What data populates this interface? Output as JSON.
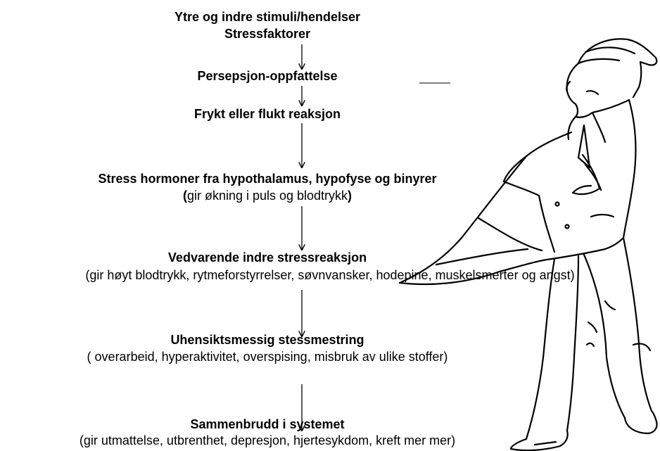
{
  "steps": [
    {
      "title_line1": "Ytre og indre stimuli/hendelser",
      "title_line2": "Stressfaktorer"
    },
    {
      "title": "Persepsjon-oppfattelse"
    },
    {
      "title": "Frykt eller flukt reaksjon"
    },
    {
      "title": "Stress hormoner fra hypothalamus, hypofyse og binyrer",
      "note_open": "(",
      "note_text": "gir økning i puls og blodtrykk",
      "note_close": ")"
    },
    {
      "title": "Vedvarende indre stressreaksjon",
      "note": "(gir høyt blodtrykk, rytmeforstyrrelser, søvnvansker, hodepine, muskelsmerter og angst)"
    },
    {
      "title": "Uhensiktsmessig stessmestring",
      "note": "( overarbeid, hyperaktivitet, overspising, misbruk av ulike stoffer)"
    },
    {
      "title": "Sammenbrudd i systemet",
      "note": "(gir utmattelse, utbrenthet, depresjon, hjertesykdom, kreft mer mer)"
    }
  ],
  "illustration": {
    "icon": "stressed-man-walking-in-wind-icon"
  },
  "colors": {
    "ink": "#000000",
    "background": "#ffffff"
  }
}
